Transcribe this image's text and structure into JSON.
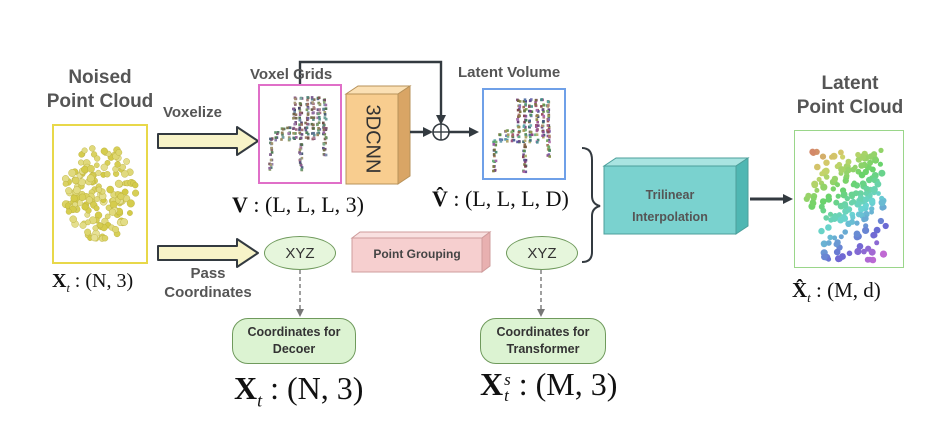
{
  "labels": {
    "noised_pc_line1": "Noised",
    "noised_pc_line2": "Point Cloud",
    "voxelize": "Voxelize",
    "voxel_grids": "Voxel Grids",
    "cnn": "3DCNN",
    "latent_volume": "Latent Volume",
    "trilinear_line1": "Trilinear",
    "trilinear_line2": "Interpolation",
    "latent_pc_line1": "Latent",
    "latent_pc_line2": "Point Cloud",
    "pass_line1": "Pass",
    "pass_line2": "Coordinates",
    "xyz_left": "XYZ",
    "xyz_right": "XYZ",
    "point_grouping": "Point Grouping",
    "coord_decoder_line1": "Coordinates for",
    "coord_decoder_line2": "Decoer",
    "coord_transformer_line1": "Coordinates for",
    "coord_transformer_line2": "Transformer"
  },
  "math": {
    "x_t_bold": "X",
    "t_sub": "t",
    "n3_small": ": (N, 3)",
    "v_bold": "V",
    "v_dims": ": (L, L, L, 3)",
    "vhat_bold": "V̂",
    "vhat_dims": ": (L, L, L, D)",
    "xhat_bold": "X̂",
    "md_dims": ": (M, d)",
    "n3_large": ": (N, 3)",
    "s_sup": "s",
    "m3_large": ": (M, 3)"
  },
  "colors": {
    "voxel_frame": "#e06fc8",
    "latent_frame": "#6fa0e8",
    "noised_frame": "#e8d84a",
    "latent_pc_frame": "#9ad68a",
    "cnn_box": "#f8cd8f",
    "trilinear_box": "#7ad2cf",
    "point_grouping_box": "#f6cfcf",
    "arrow_fill": "#f7f3c8",
    "arrow_dark": "#333a40"
  }
}
